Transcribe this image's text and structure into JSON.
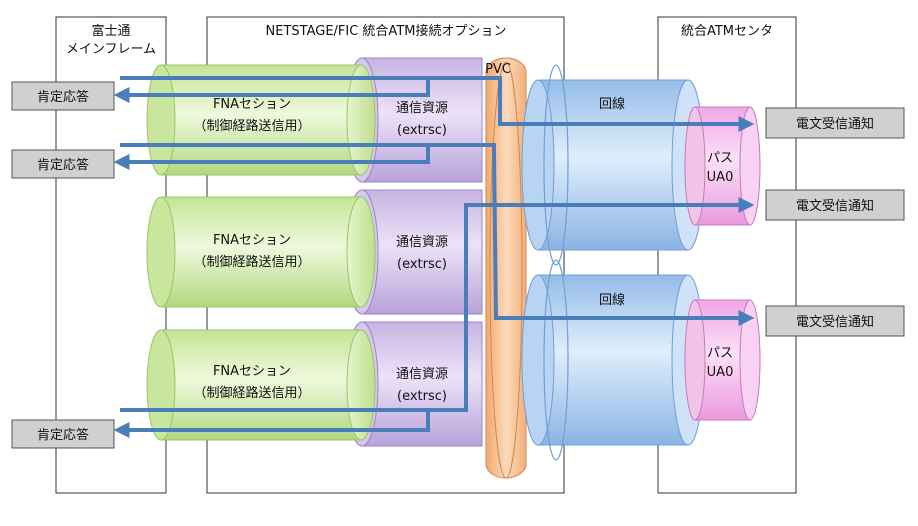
{
  "panels": {
    "mainframe": {
      "title_line1": "富士通",
      "title_line2": "メインフレーム"
    },
    "netstage": {
      "title": "NETSTAGE/FIC  統合ATM接続オプション"
    },
    "atm_center": {
      "title": "統合ATMセンタ"
    }
  },
  "sessions": [
    {
      "name": "FNAセション",
      "detail": "（制御経路送信用）",
      "resource": "通信資源",
      "resource_id": "(extrsc)"
    },
    {
      "name": "FNAセション",
      "detail": "（制御経路送信用）",
      "resource": "通信資源",
      "resource_id": "(extrsc)"
    },
    {
      "name": "FNAセション",
      "detail": "（制御経路送信用）",
      "resource": "通信資源",
      "resource_id": "(extrsc)"
    }
  ],
  "pvc": {
    "label": "PVC"
  },
  "lines": [
    {
      "label": "回線",
      "path_line1": "パス",
      "path_line2": "UA0"
    },
    {
      "label": "回線",
      "path_line1": "パス",
      "path_line2": "UA0"
    }
  ],
  "responses": [
    "肯定応答",
    "肯定応答",
    "肯定応答"
  ],
  "notifications": [
    "電文受信通知",
    "電文受信通知",
    "電文受信通知"
  ],
  "colors": {
    "session_fill": "#d6f0b0",
    "resource_fill": "#d2c2e8",
    "pvc_fill": "#f7c49a",
    "line_fill": "#a9ccf0",
    "path_fill": "#f6b8ee",
    "arrow": "#4a7ebb",
    "label_box": "#d0d0d0"
  }
}
